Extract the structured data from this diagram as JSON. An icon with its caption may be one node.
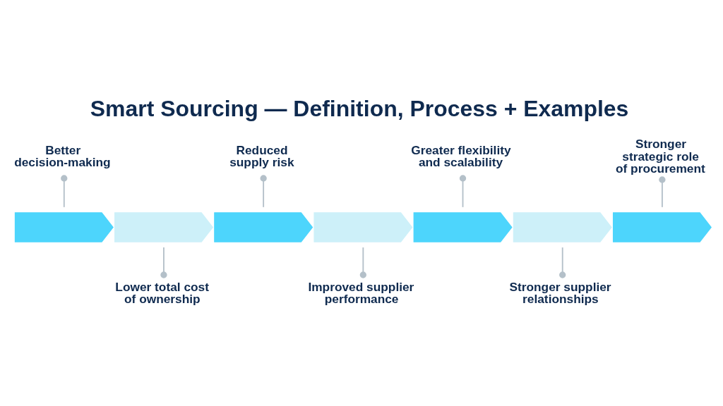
{
  "diagram": {
    "title": "Smart Sourcing — Definition, Process + Examples",
    "nodes": [
      {
        "text": [
          "Better decision-making"
        ]
      },
      {
        "text": [
          "Lower total cost of ownership"
        ]
      },
      {
        "text": [
          "Reduced supply risk"
        ]
      },
      {
        "text": [
          "Improved supplier performance"
        ]
      },
      {
        "text": [
          "Greater flexibility and scalability"
        ]
      },
      {
        "text": [
          "Stronger supplier relationships"
        ]
      },
      {
        "text": [
          "Stronger strategic role of procurement"
        ]
      },
      {
        "text": [],
        "shape": "chevron"
      },
      {
        "text": [],
        "shape": "chevron"
      },
      {
        "text": [],
        "shape": "chevron"
      },
      {
        "text": [],
        "shape": "chevron"
      },
      {
        "text": [],
        "shape": "chevron"
      },
      {
        "text": [],
        "shape": "chevron"
      },
      {
        "text": [],
        "shape": "chevron"
      }
    ],
    "edges": [
      {
        "from": 0,
        "to": 7,
        "arrow": "other"
      },
      {
        "from": 1,
        "to": 8,
        "arrow": "other"
      },
      {
        "from": 2,
        "to": 9,
        "arrow": "other"
      },
      {
        "from": 3,
        "to": 10,
        "arrow": "other"
      },
      {
        "from": 4,
        "to": 11,
        "arrow": "other"
      },
      {
        "from": 5,
        "to": 12,
        "arrow": "other"
      },
      {
        "from": 6,
        "to": 13,
        "arrow": "other"
      }
    ]
  }
}
